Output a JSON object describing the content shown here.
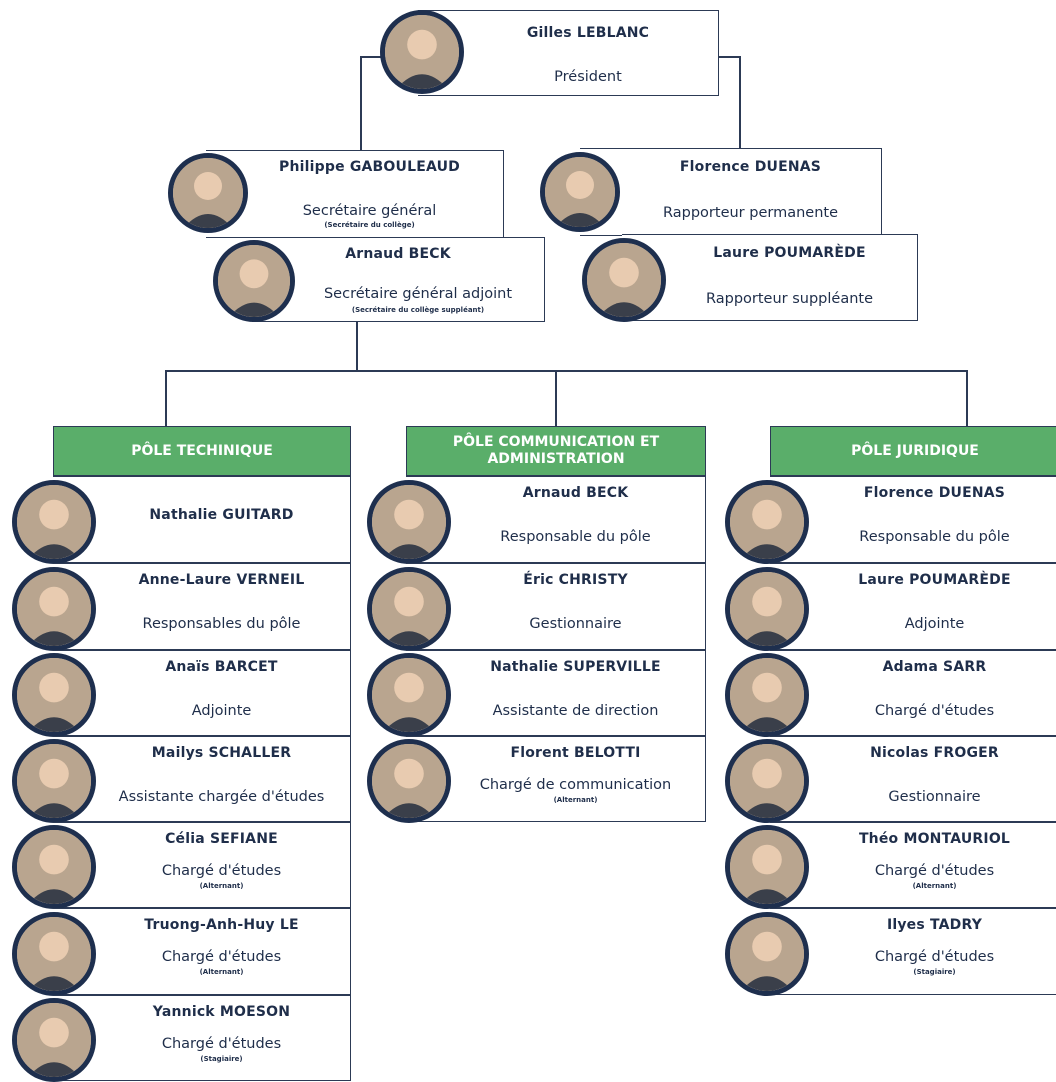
{
  "president": {
    "name": "Gilles LEBLANC",
    "role": "Président"
  },
  "secretary": {
    "name": "Philippe GABOULEAUD",
    "role": "Secrétaire général",
    "sub": "(Secrétaire du collège)"
  },
  "deputy_secretary": {
    "name": "Arnaud BECK",
    "role": "Secrétaire général adjoint",
    "sub": "(Secrétaire du collège suppléant)"
  },
  "rapporteur": {
    "name": "Florence DUENAS",
    "role": "Rapporteur permanente"
  },
  "rapporteur_deputy": {
    "name": "Laure POUMARÈDE",
    "role": "Rapporteur suppléante"
  },
  "poles": [
    {
      "title": "PÔLE TECHINIQUE"
    },
    {
      "title": "PÔLE COMMUNICATION ET ADMINISTRATION"
    },
    {
      "title": "PÔLE JURIDIQUE"
    }
  ],
  "tech": [
    {
      "name": "Nathalie GUITARD",
      "role": ""
    },
    {
      "name": "Anne-Laure VERNEIL",
      "role": "Responsables du pôle"
    },
    {
      "name": "Anaïs BARCET",
      "role": "Adjointe"
    },
    {
      "name": "Mailys SCHALLER",
      "role": "Assistante chargée d'études"
    },
    {
      "name": "Célia SEFIANE",
      "role": "Chargé d'études",
      "sub": "(Alternant)"
    },
    {
      "name": "Truong-Anh-Huy LE",
      "role": "Chargé d'études",
      "sub": "(Alternant)"
    },
    {
      "name": "Yannick MOESON",
      "role": "Chargé d'études",
      "sub": "(Stagiaire)"
    }
  ],
  "comm": [
    {
      "name": "Arnaud BECK",
      "role": "Responsable du pôle"
    },
    {
      "name": "Éric CHRISTY",
      "role": "Gestionnaire"
    },
    {
      "name": "Nathalie SUPERVILLE",
      "role": "Assistante de direction"
    },
    {
      "name": "Florent BELOTTI",
      "role": "Chargé de communication",
      "sub": "(Alternant)"
    }
  ],
  "jur": [
    {
      "name": "Florence DUENAS",
      "role": "Responsable du pôle"
    },
    {
      "name": "Laure POUMARÈDE",
      "role": "Adjointe"
    },
    {
      "name": "Adama SARR",
      "role": "Chargé d'études"
    },
    {
      "name": "Nicolas FROGER",
      "role": "Gestionnaire"
    },
    {
      "name": "Théo MONTAURIOL",
      "role": "Chargé d'études",
      "sub": "(Alternant)"
    },
    {
      "name": "Ilyes TADRY",
      "role": "Chargé d'études",
      "sub": "(Stagiaire)"
    }
  ],
  "colors": {
    "pole_green": "#5aae6a",
    "navy": "#1e2f4e"
  },
  "icons": [
    "person-photo-icon"
  ]
}
